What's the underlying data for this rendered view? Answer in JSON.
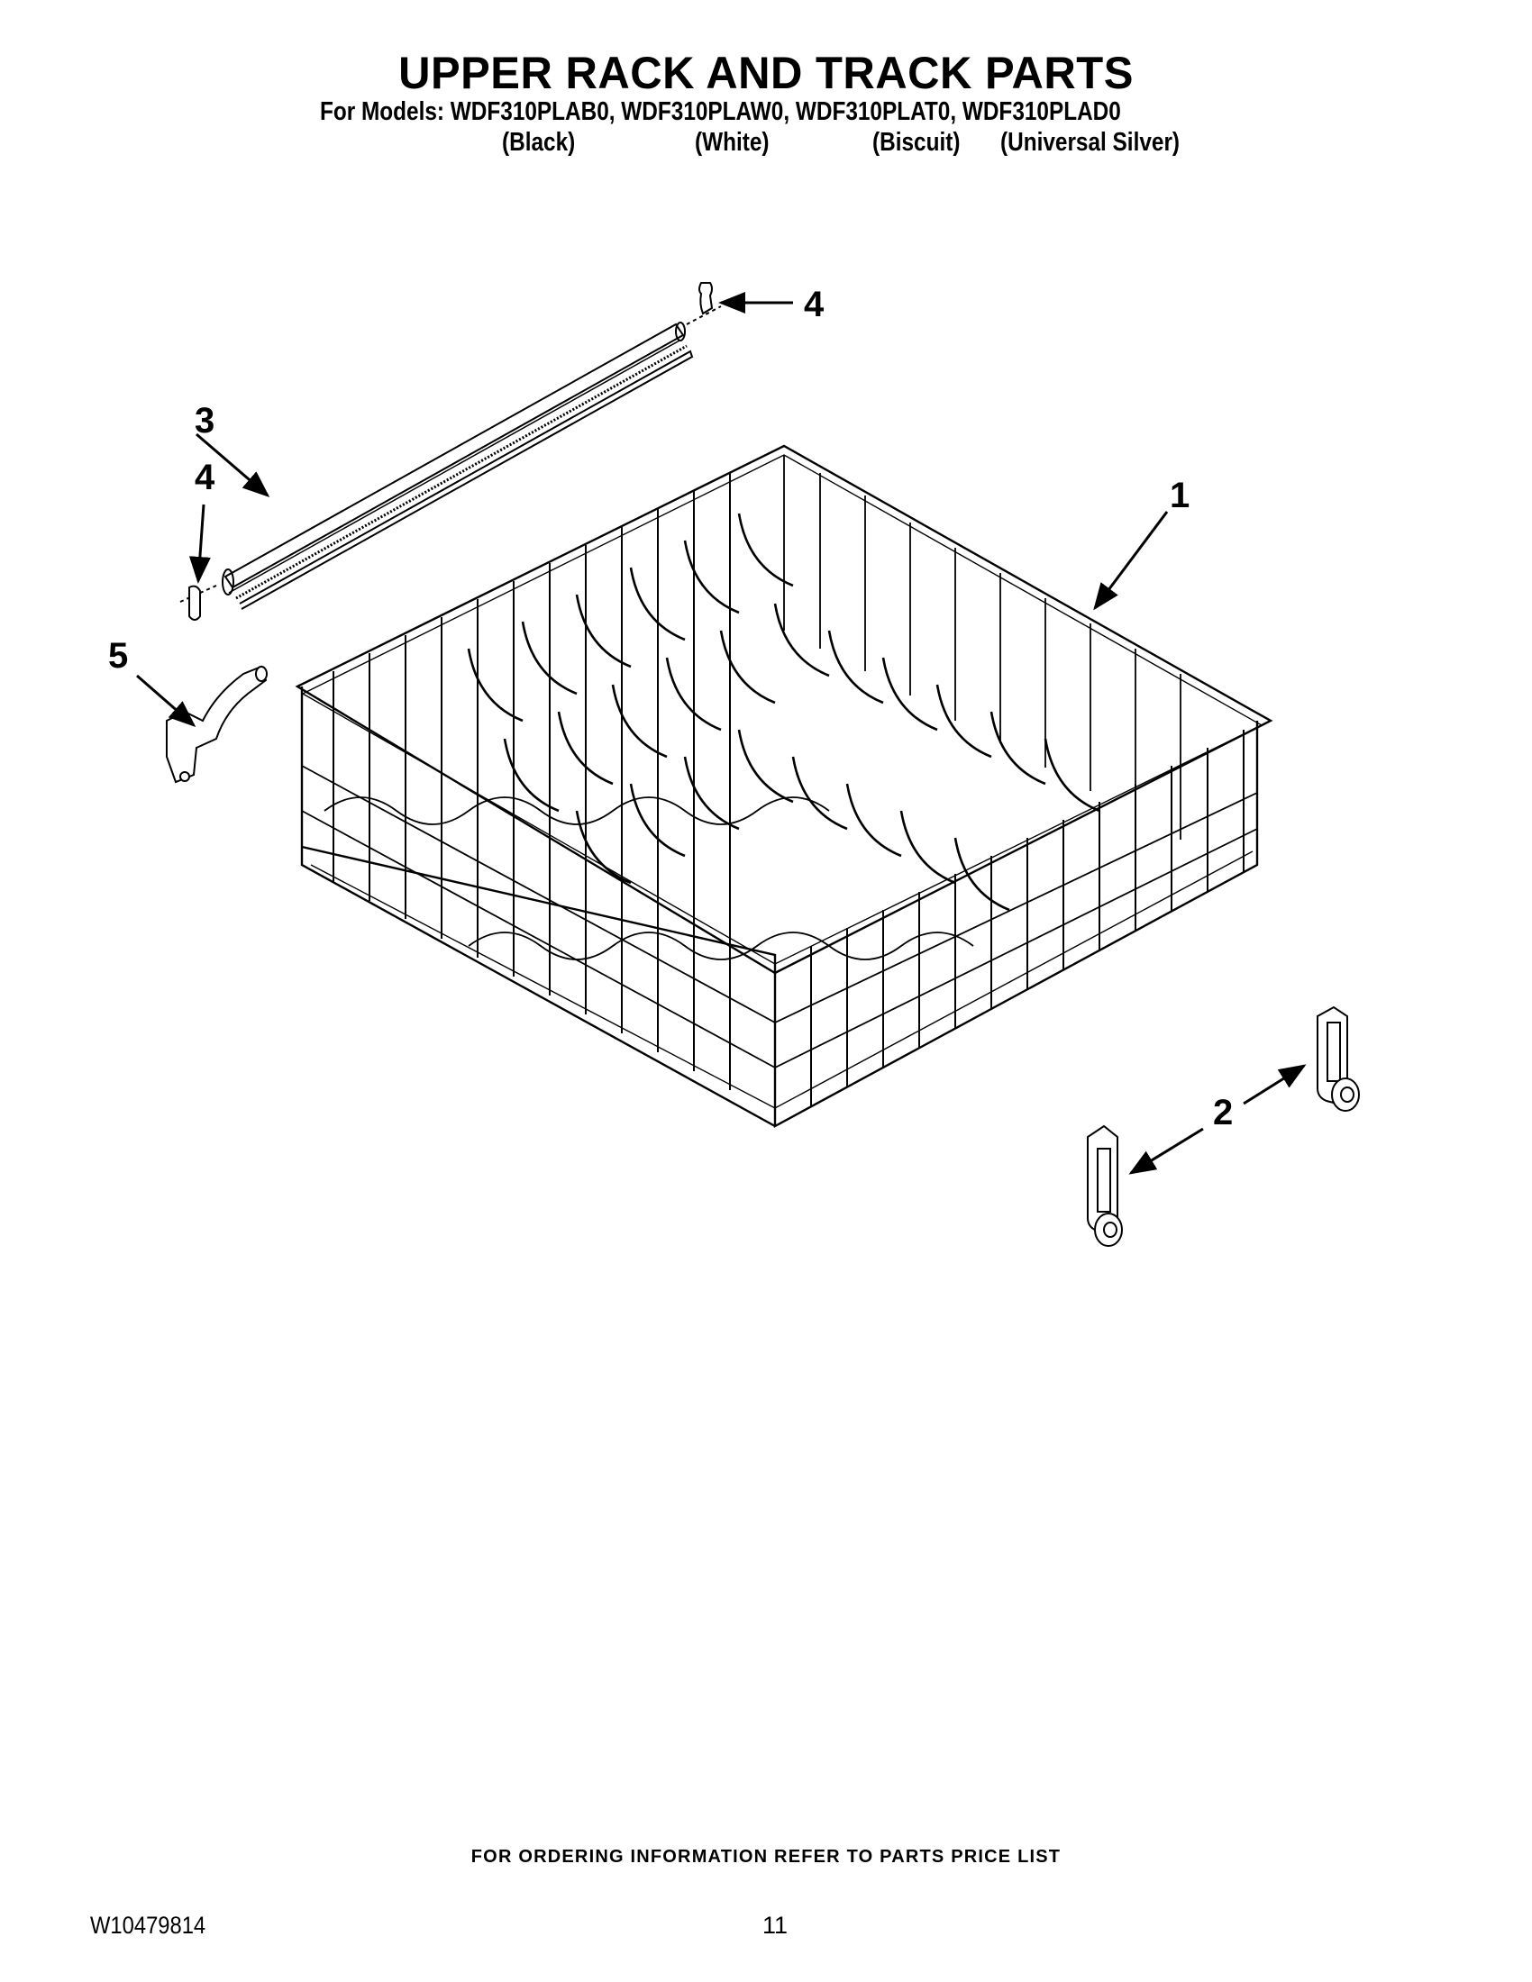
{
  "header": {
    "title": "UPPER RACK AND TRACK PARTS",
    "models_line": "For Models: WDF310PLAB0, WDF310PLAW0, WDF310PLAT0, WDF310PLAD0",
    "colors": [
      "(Black)",
      "(White)",
      "(Biscuit)",
      "(Universal Silver)"
    ]
  },
  "diagram": {
    "callouts": [
      {
        "number": "1",
        "part": "upper-rack"
      },
      {
        "number": "2",
        "part": "rack-roller-adjuster"
      },
      {
        "number": "3",
        "part": "track"
      },
      {
        "number": "4",
        "part": "track-end-cap"
      },
      {
        "number": "4",
        "part": "track-end-cap"
      },
      {
        "number": "5",
        "part": "rack-bracket"
      }
    ]
  },
  "footer": {
    "ordering_note": "FOR ORDERING INFORMATION REFER TO PARTS PRICE LIST",
    "document_number": "W10479814",
    "page_number": "11"
  }
}
